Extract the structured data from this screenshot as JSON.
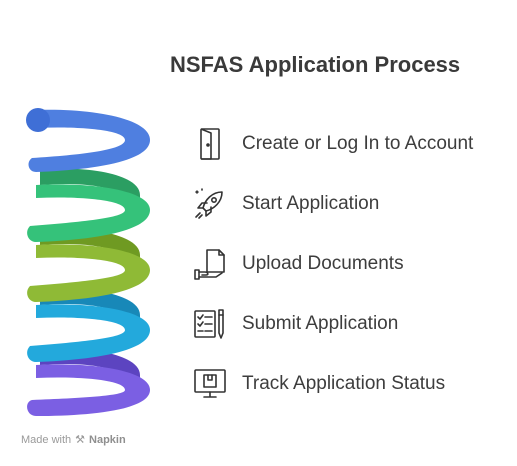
{
  "title": "NSFAS Application Process",
  "steps": [
    {
      "label": "Create or Log In to Account",
      "icon": "door-icon",
      "color": "#4f7fe0"
    },
    {
      "label": "Start Application",
      "icon": "rocket-icon",
      "color": "#35c27a"
    },
    {
      "label": "Upload Documents",
      "icon": "document-hand-icon",
      "color": "#8fba36"
    },
    {
      "label": "Submit Application",
      "icon": "checklist-pen-icon",
      "color": "#23a9dc"
    },
    {
      "label": "Track Application Status",
      "icon": "monitor-icon",
      "color": "#7b5fe3"
    }
  ],
  "footer": {
    "prefix": "Made with",
    "brand": "Napkin"
  }
}
